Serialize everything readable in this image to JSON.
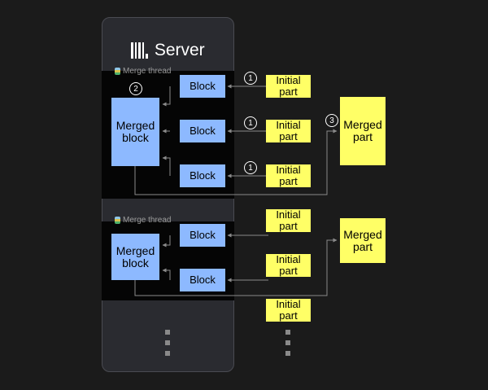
{
  "server": {
    "title": "Server",
    "logo": "clickhouse-bars-icon"
  },
  "thread_label": "Merge thread",
  "block_label": "Block",
  "merged_block_label": "Merged block",
  "initial_part_label": "Initial part",
  "merged_part_label": "Merged part",
  "steps": [
    "1",
    "2",
    "3"
  ],
  "colors": {
    "background": "#1b1b1b",
    "server": "#2a2b30",
    "thread": "#050505",
    "block": "#8db9ff",
    "part": "#ffff66",
    "wire": "#8a8a8a"
  }
}
